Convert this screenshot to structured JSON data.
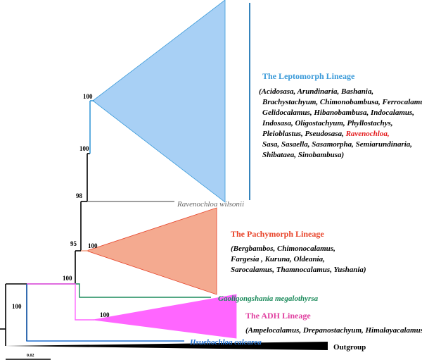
{
  "colors": {
    "leptomorph": "#a8d0f5",
    "leptomorph_title": "#3a9ad9",
    "leptomorph_bar": "#1f77b4",
    "pachymorph": "#f4aa90",
    "pachymorph_title": "#e8442a",
    "adh": "#ff66ff",
    "adh_title": "#e040a0",
    "green": "#1a8a5a",
    "blue_taxon": "#1f6fd0",
    "gray": "#666666",
    "red_genus": "#e31a1c",
    "black": "#000000"
  },
  "bootstrap": {
    "root": "100",
    "n95_parent": "100",
    "n95": "95",
    "n98": "98",
    "n100a": "100",
    "lepto": "100",
    "pachy": "100",
    "adh": "100"
  },
  "leptomorph": {
    "title": "The Leptomorph Lineage",
    "genera_lines": [
      "(Acidosasa,  Arundinaria,  Bashania,",
      "Brachystachyum, Chimonobambusa, Ferrocalamus,",
      "Gelidocalamus, Hibanobambusa, Indocalamus,",
      " Indosasa, Oligostachyum,  Phyllostachys,",
      "Pleioblastus, Pseudosasa, ",
      "Sasa,  Sasaella, Sasamorpha, Semiarundinaria,",
      "Shibataea, Sinobambusa)"
    ],
    "highlight_genus": "Ravenochloa,"
  },
  "ravenochloa": {
    "label": "Ravenochloa wilsonii"
  },
  "pachymorph": {
    "title": "The Pachymorph Lineage",
    "genera_lines": [
      "(Bergbambos,  Chimonocalamus,",
      "Fargesia , Kuruna, Oldeania,",
      "Sarocalamus, Thamnocalamus, Yushania)"
    ]
  },
  "gaoligong": {
    "label": "Gaoligongshania megalothyrsa"
  },
  "adh": {
    "title": "The ADH Lineage",
    "genera_lines": [
      "(Ampelocalamus, Drepanostachyum, Himalayacalamus)"
    ]
  },
  "hsuehochloa": {
    "label": "Hsuehochloa calcarea"
  },
  "outgroup": {
    "label": "Outgroup"
  },
  "scale": {
    "label": "0.02"
  }
}
